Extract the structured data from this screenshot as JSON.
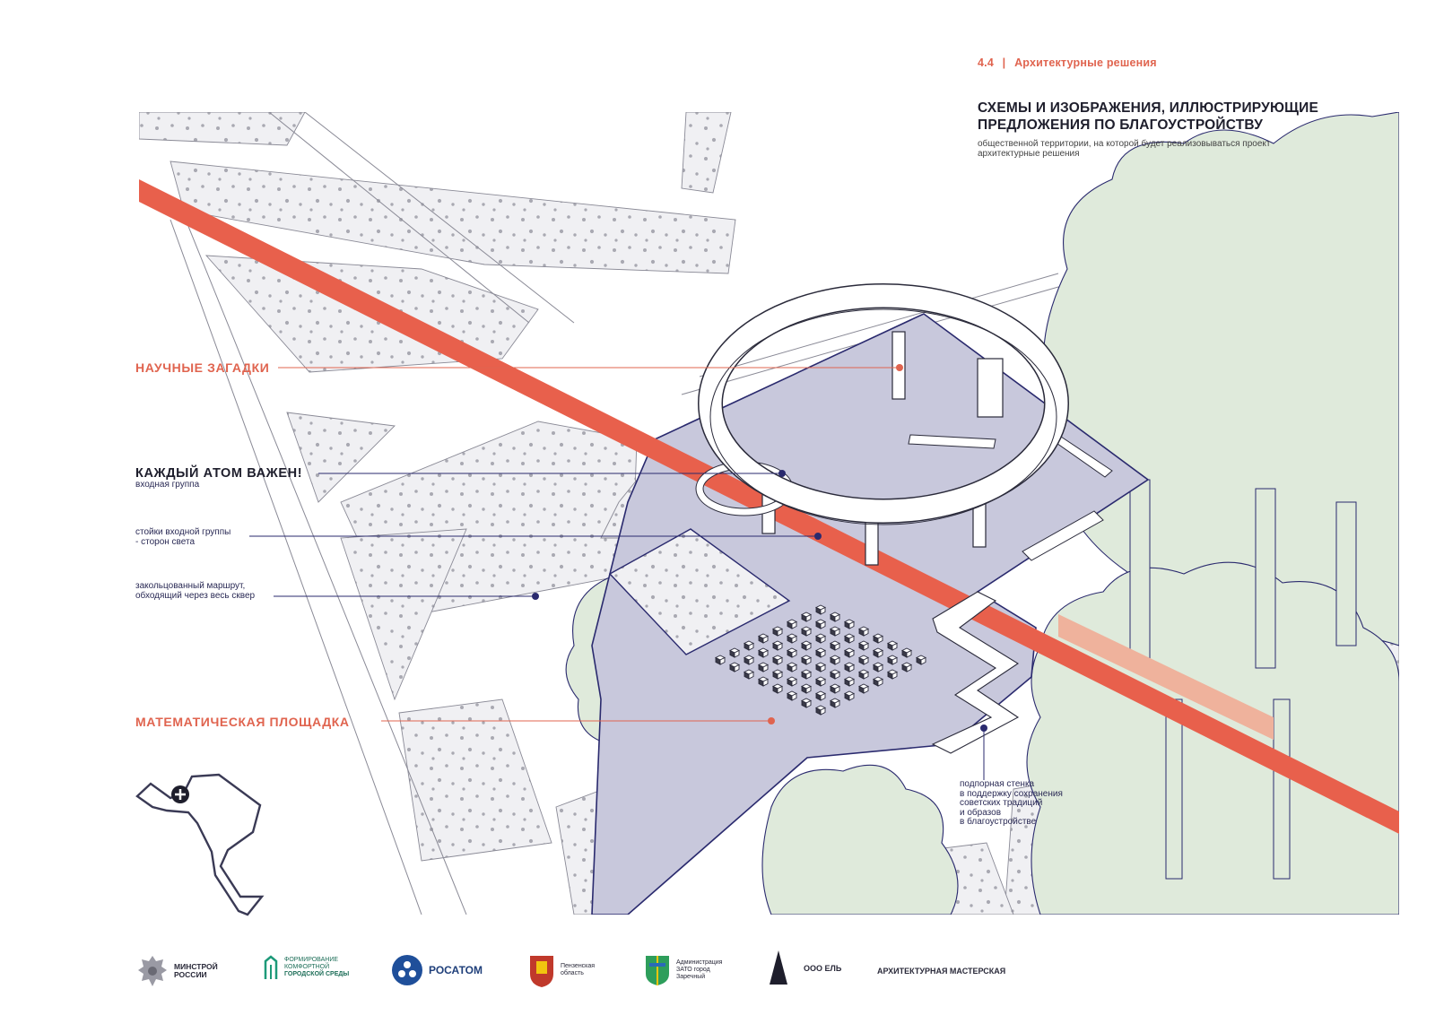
{
  "header": {
    "section_number": "4.4",
    "separator": "|",
    "section_name": "Архитектурные решения",
    "title_line1": "СХЕМЫ И ИЗОБРАЖЕНИЯ, ИЛЛЮСТРИРУЮЩИЕ",
    "title_line2": "ПРЕДЛОЖЕНИЯ ПО БЛАГОУСТРОЙСТВУ",
    "subtitle_line1": "общественной территории, на которой будет реализовываться проект",
    "subtitle_line2": "архитектурные решения"
  },
  "callouts": {
    "science_riddles": "НАУЧНЫЕ ЗАГАДКИ",
    "atom_title": "КАЖДЫЙ АТОМ ВАЖЕН!",
    "atom_sub": "входная группа",
    "pillars_line1": "стойки входной группы",
    "pillars_line2": "- сторон света",
    "loop_line1": "закольцованный маршрут,",
    "loop_line2": "обходящий через весь сквер",
    "math_square": "МАТЕМАТИЧЕСКАЯ ПЛОЩАДКА",
    "wall_line1": "подпорная стенка",
    "wall_line2": "в поддержку сохранения",
    "wall_line3": "советских традиций",
    "wall_line4": "и образов",
    "wall_line5": "в благоустройстве"
  },
  "footer": {
    "minstroy_line1": "МИНСТРОЙ",
    "minstroy_line2": "РОССИИ",
    "fks_line1": "ФОРМИРОВАНИЕ",
    "fks_line2": "КОМФОРТНОЙ",
    "fks_line3": "ГОРОДСКОЙ СРЕДЫ",
    "rosatom": "РОСАТОМ",
    "penza_line1": "Пензенская",
    "penza_line2": "область",
    "zato_line1": "Администрация",
    "zato_line2": "ЗАТО город",
    "zato_line3": "Заречный",
    "el": "ООО ЕЛЬ",
    "workshop": "АРХИТЕКТУРНАЯ МАСТЕРСКАЯ"
  },
  "colors": {
    "accent_red": "#e0644f",
    "navy": "#2a2a6e",
    "plaza": "#c8c8dc",
    "green": "#dfeadb",
    "pattern_fill": "#f0f0f3"
  },
  "icons": [
    "compass-plus-icon",
    "emblem-icon",
    "fks-icon",
    "rosatom-icon",
    "penza-coat-icon",
    "zato-coat-icon",
    "spruce-icon"
  ]
}
